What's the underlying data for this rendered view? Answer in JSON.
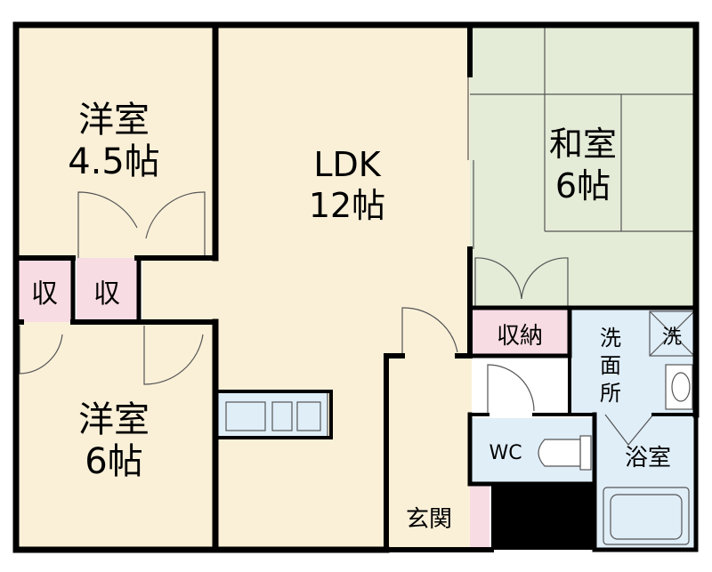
{
  "colors": {
    "room": "#faf0d8",
    "washitsu": "#e4ecd8",
    "storage": "#f8dce4",
    "wet": "#e0eef8",
    "wall": "#000000",
    "thin": "#555555"
  },
  "rooms": {
    "western1": {
      "name": "洋室",
      "size": "4.5帖"
    },
    "ldk": {
      "name": "LDK",
      "size": "12帖"
    },
    "washitsu": {
      "name": "和室",
      "size": "6帖"
    },
    "western2": {
      "name": "洋室",
      "size": "6帖"
    },
    "closet1": {
      "label": "収"
    },
    "closet2": {
      "label": "収"
    },
    "storage": {
      "label": "収納"
    },
    "washroom": {
      "l1": "洗",
      "l2": "面",
      "l3": "所"
    },
    "washer": {
      "label": "洗"
    },
    "wc": {
      "label": "WC"
    },
    "bath": {
      "label": "浴室"
    },
    "entrance": {
      "label": "玄関"
    }
  }
}
